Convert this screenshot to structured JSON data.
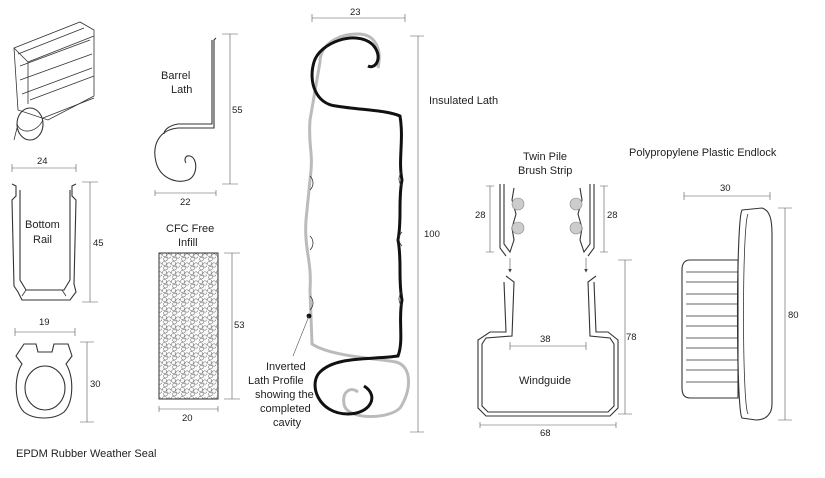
{
  "labels": {
    "barrel_lath": [
      "Barrel",
      "Lath"
    ],
    "bottom_rail": [
      "Bottom",
      "Rail"
    ],
    "cfc_infill": [
      "CFC Free",
      "Infill"
    ],
    "insulated_lath": "Insulated Lath",
    "inverted_profile": [
      "Inverted",
      "Lath Profile",
      "showing the",
      "completed",
      "cavity"
    ],
    "twin_pile": [
      "Twin Pile",
      "Brush Strip"
    ],
    "endlock": "Polypropylene Plastic Endlock",
    "windguide": "Windguide",
    "weather_seal": "EPDM Rubber Weather Seal"
  },
  "dims": {
    "barrel_height": "55",
    "barrel_width": "22",
    "rail_width": "24",
    "rail_height": "45",
    "infill_height": "53",
    "infill_width": "20",
    "seal_width": "19",
    "seal_height": "30",
    "lath_width": "23",
    "lath_height": "100",
    "brush_left": "28",
    "brush_right": "28",
    "guide_inner": "38",
    "guide_height": "78",
    "guide_width": "68",
    "endlock_width": "30",
    "endlock_height": "80"
  },
  "colors": {
    "outline": "#333333",
    "lath_profile": "#111111",
    "inverted_profile": "#bbbbbb",
    "brush": "#cccccc"
  }
}
